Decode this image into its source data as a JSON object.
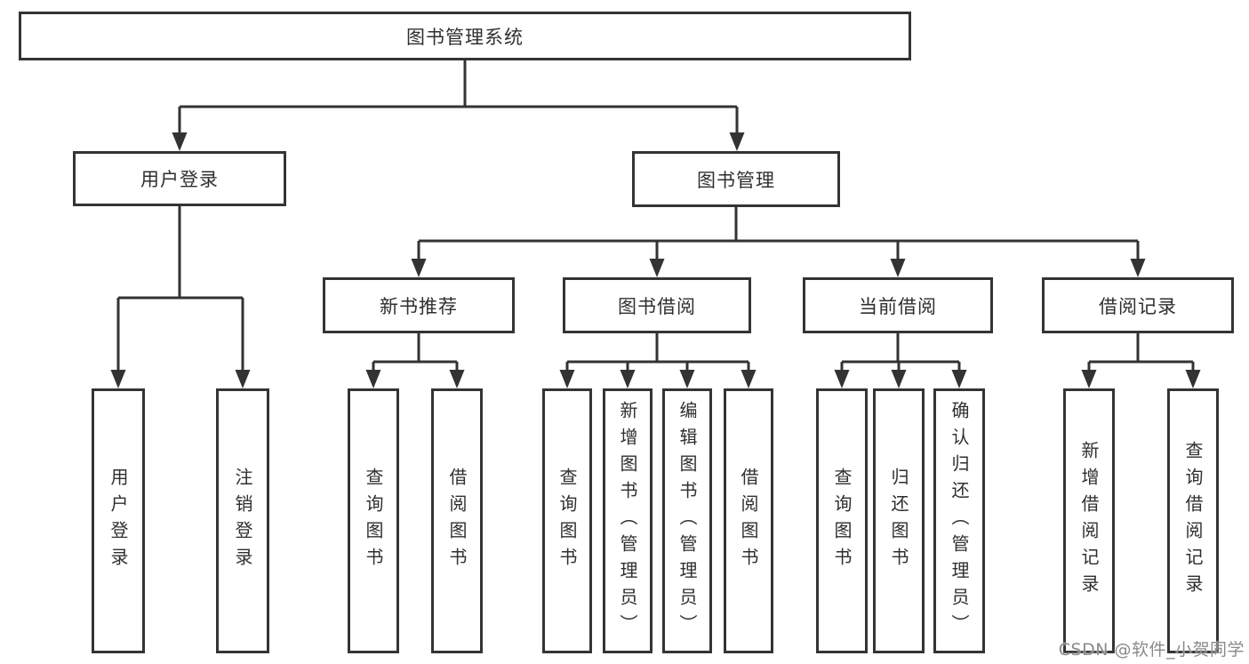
{
  "watermark": "CSDN @软件_小贺同学",
  "colors": {
    "line": "#333333",
    "box_border": "#343434",
    "text": "#2f2f2f",
    "background": "#ffffff",
    "watermark": "#8a8a8a"
  },
  "tree": {
    "label": "图书管理系统",
    "children": [
      {
        "label": "用户登录",
        "children": [
          {
            "label": "用户登录"
          },
          {
            "label": "注销登录"
          }
        ]
      },
      {
        "label": "图书管理",
        "children": [
          {
            "label": "新书推荐",
            "children": [
              {
                "label": "查询图书"
              },
              {
                "label": "借阅图书"
              }
            ]
          },
          {
            "label": "图书借阅",
            "children": [
              {
                "label": "查询图书"
              },
              {
                "label": "新增图书（管理员）"
              },
              {
                "label": "编辑图书（管理员）"
              },
              {
                "label": "借阅图书"
              }
            ]
          },
          {
            "label": "当前借阅",
            "children": [
              {
                "label": "查询图书"
              },
              {
                "label": "归还图书"
              },
              {
                "label": "确认归还（管理员）"
              }
            ]
          },
          {
            "label": "借阅记录",
            "children": [
              {
                "label": "新增借阅记录"
              },
              {
                "label": "查询借阅记录"
              }
            ]
          }
        ]
      }
    ]
  }
}
